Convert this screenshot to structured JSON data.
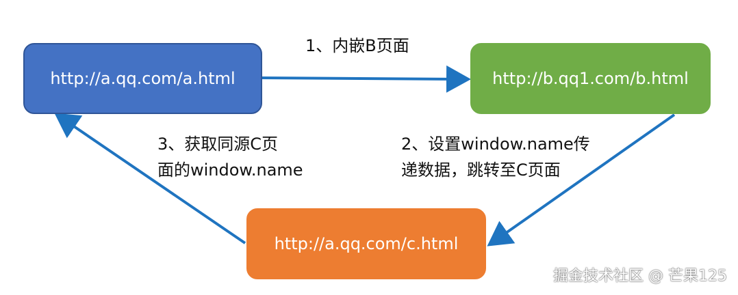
{
  "nodes": {
    "a": {
      "label": "http://a.qq.com/a.html",
      "color": "#4472c4"
    },
    "b": {
      "label": "http://b.qq1.com/b.html",
      "color": "#70ad47"
    },
    "c": {
      "label": "http://a.qq.com/c.html",
      "color": "#ed7d31"
    }
  },
  "steps": {
    "step1": {
      "line1": "1、内嵌B页面"
    },
    "step2": {
      "line1": "2、设置window.name传",
      "line2": "递数据，跳转至C页面"
    },
    "step3": {
      "line1": "3、获取同源C页",
      "line2": "面的window.name"
    }
  },
  "arrow_color": "#1f74c0",
  "watermark": "掘金技术社区 @ 芒果125"
}
